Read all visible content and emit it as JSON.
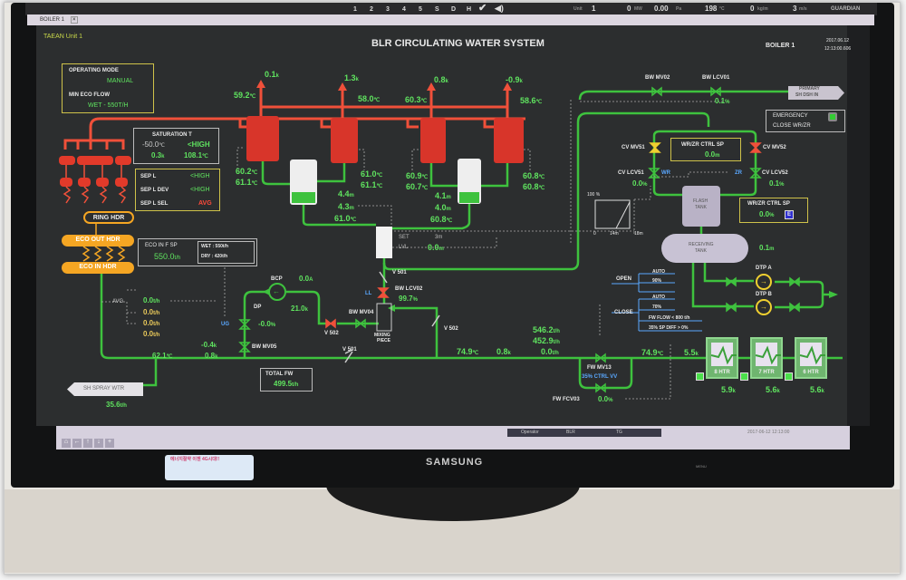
{
  "topbar": {
    "pages": [
      "1",
      "2",
      "3",
      "4",
      "5",
      "S",
      "D",
      "H"
    ],
    "unit_label": "Unit",
    "unit": "1",
    "mw": "0",
    "mw_unit": "MW",
    "pa": "0.00",
    "pa_unit": "Pa",
    "temp": "198",
    "temp_unit": "°C",
    "kg": "0",
    "kg_unit": "kg/m",
    "ms": "3",
    "ms_unit": "m/s",
    "brand": "GUARDIAN"
  },
  "tab": {
    "label": "BOILER 1"
  },
  "header": {
    "unit": "TAEAN Unit 1",
    "title": "BLR CIRCULATING WATER SYSTEM",
    "boiler": "BOILER 1",
    "date": "2017.06.12",
    "time": "12:13:00.606"
  },
  "operating": {
    "mode_label": "OPERATING MODE",
    "mode": "MANUAL",
    "eco_label": "MIN ECO FLOW",
    "eco": "WET - 550T/H"
  },
  "saturation": {
    "title": "SATURATION T",
    "t1": "-50.0",
    "t1u": "℃",
    "high1": "<HIGH",
    "p": "0.3",
    "pu": "k",
    "t2": "108.1",
    "t2u": "℃"
  },
  "sep": {
    "l": "SEP L",
    "l_val": "<HIGH",
    "dev": "SEP L DEV",
    "dev_val": "<HIGH",
    "sel": "SEP L SEL",
    "sel_val": "AVG"
  },
  "headers": {
    "ring": "RING HDR",
    "eco_out": "ECO OUT HDR",
    "eco_in": "ECO IN HDR"
  },
  "separators": [
    {
      "flow": "0.1",
      "temp": "59.2",
      "t_a": "60.2",
      "t_b": "61.1"
    },
    {
      "flow": "1.3",
      "temp": "58.0",
      "t_a": "61.0",
      "t_b": "61.1"
    },
    {
      "flow": "0.8",
      "temp": "60.3",
      "t_a": "60.9",
      "t_b": "60.7"
    },
    {
      "flow": "-0.9",
      "temp": "58.6",
      "t_a": "60.8",
      "t_b": "60.8"
    }
  ],
  "tanks": {
    "left": {
      "l1": "4.4",
      "l2": "4.3",
      "t": "61.0"
    },
    "right": {
      "l1": "4.1",
      "l2": "4.0",
      "t": "60.8"
    }
  },
  "units": {
    "k": "k",
    "c": "℃",
    "m": "m",
    "th": "t/h",
    "pct": "%",
    "a": "A"
  },
  "level": {
    "set_label": "SET",
    "set": "3m",
    "lvl_label": "LVL",
    "lvl": "0.0"
  },
  "ramp": {
    "max": "100 %",
    "x0": "0",
    "x1": "14m",
    "x2": "18m"
  },
  "right": {
    "bw_mv02": "BW MV02",
    "bw_lcv01": "BW LCV01",
    "bw_lcv01_val": "0.1",
    "primary": "PRIMARY",
    "primary2": "SH DSH IN",
    "emerg1": "EMERGENCY",
    "emerg2": "CLOSE WR/ZR",
    "cv_mv51": "CV MV51",
    "cv_mv52": "CV MV52",
    "sp_title": "WR/ZR CTRL SP",
    "sp_val": "0.0",
    "cv_lcv51": "CV LCV51",
    "wr": "WR",
    "lcv51_val": "0.0",
    "zr": "ZR",
    "cv_lcv52": "CV LCV52",
    "lcv52_val": "0.1",
    "flash1": "FLASH",
    "flash2": "TANK",
    "sp2_title": "WR/ZR CTRL SP",
    "sp2_val": "0.0",
    "sp2_btn": "E",
    "recv1": "RECEIVING",
    "recv2": "TANK",
    "recv_lvl": "0.1"
  },
  "dtp": {
    "a": "DTP A",
    "b": "DTP B"
  },
  "logic": {
    "open": "OPEN",
    "open_mode": "AUTO",
    "open_pct": "90%",
    "close": "CLOSE",
    "close_mode": "AUTO",
    "close_pct": "70%",
    "cond1": "FW FLOW < 800 t/h",
    "cond2": "35% SP DIFF > 0%"
  },
  "heaters": [
    {
      "name": "8 HTR",
      "p": "5.9"
    },
    {
      "name": "7 HTR",
      "p": "5.6"
    },
    {
      "name": "6 HTR",
      "p": "5.6"
    }
  ],
  "fw": {
    "t_right": "74.9",
    "p_right": "5.5",
    "mv13": "FW MV13",
    "ctrl": "35% CTRL VV",
    "fcv03": "FW FCV03",
    "fcv03_val": "0.0",
    "f1": "546.2",
    "f2": "452.9",
    "f3": "0.0",
    "p_mid": "0.8",
    "t_mid": "74.9",
    "v501": "V 501",
    "v502": "V 502",
    "total_label": "TOTAL FW",
    "total": "499.5"
  },
  "mix": {
    "v501": "V 501",
    "lcv02": "BW LCV02",
    "ll": "LL",
    "lcv02_val": "99.7",
    "mv04": "BW MV04",
    "mix1": "MIXING",
    "mix2": "PIECE",
    "v502": "V 502"
  },
  "bcp": {
    "label": "BCP",
    "amp": "0.0",
    "dp": "DP",
    "dp_val": "21.0",
    "valve_val": "-0.0",
    "ug": "UG",
    "mv05": "BW MV05"
  },
  "eco": {
    "sp_label": "ECO IN F SP",
    "sp": "550.0",
    "wet": "WET : 550t/h",
    "dry": "DRY : 420t/h",
    "avg": "AVG",
    "flows": [
      "0.0",
      "0.0",
      "0.0",
      "0.0"
    ],
    "p1": "-0.4",
    "p2": "0.8",
    "temp": "62.1",
    "spray": "SH SPRAY WTR",
    "spray_flow": "35.6"
  },
  "status": {
    "operator": "Operator",
    "blr": "BLR",
    "tg": "TG",
    "datetime": "2017-06-12 12:13:00"
  },
  "monitor": {
    "brand": "SAMSUNG",
    "sticker": "에너지절약 이젠 4G시대!!",
    "menu": "MENU"
  }
}
